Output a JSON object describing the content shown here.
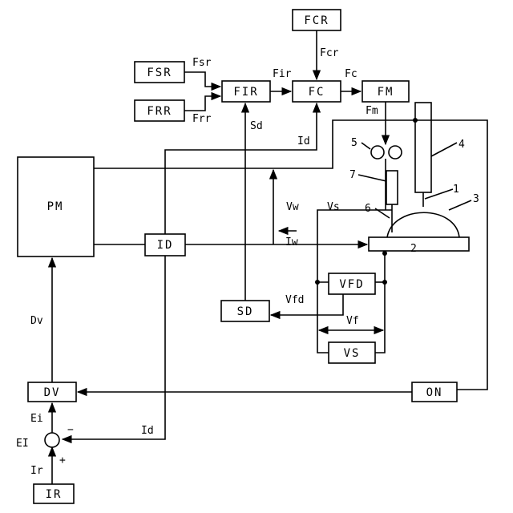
{
  "blocks": {
    "fcr": "FCR",
    "fsr": "FSR",
    "frr": "FRR",
    "fir": "FIR",
    "fc": "FC",
    "fm": "FM",
    "pm": "PM",
    "id": "ID",
    "vfd": "VFD",
    "sd": "SD",
    "vs": "VS",
    "dv": "DV",
    "on": "ON",
    "ir": "IR"
  },
  "signals": {
    "fcr": "Fcr",
    "fsr": "Fsr",
    "frr": "Frr",
    "fir": "Fir",
    "fc": "Fc",
    "fm": "Fm",
    "sd": "Sd",
    "id_top": "Id",
    "vw": "Vw",
    "vs": "Vs",
    "iw": "Iw",
    "vfd": "Vfd",
    "vf": "Vf",
    "dv": "Dv",
    "ei": "Ei",
    "ei_node": "EI",
    "ir": "Ir",
    "id_bottom": "Id",
    "minus": "−",
    "plus": "+"
  },
  "parts": {
    "n1": "1",
    "n2": "2",
    "n3": "3",
    "n4": "4",
    "n5": "5",
    "n6": "6",
    "n7": "7"
  }
}
